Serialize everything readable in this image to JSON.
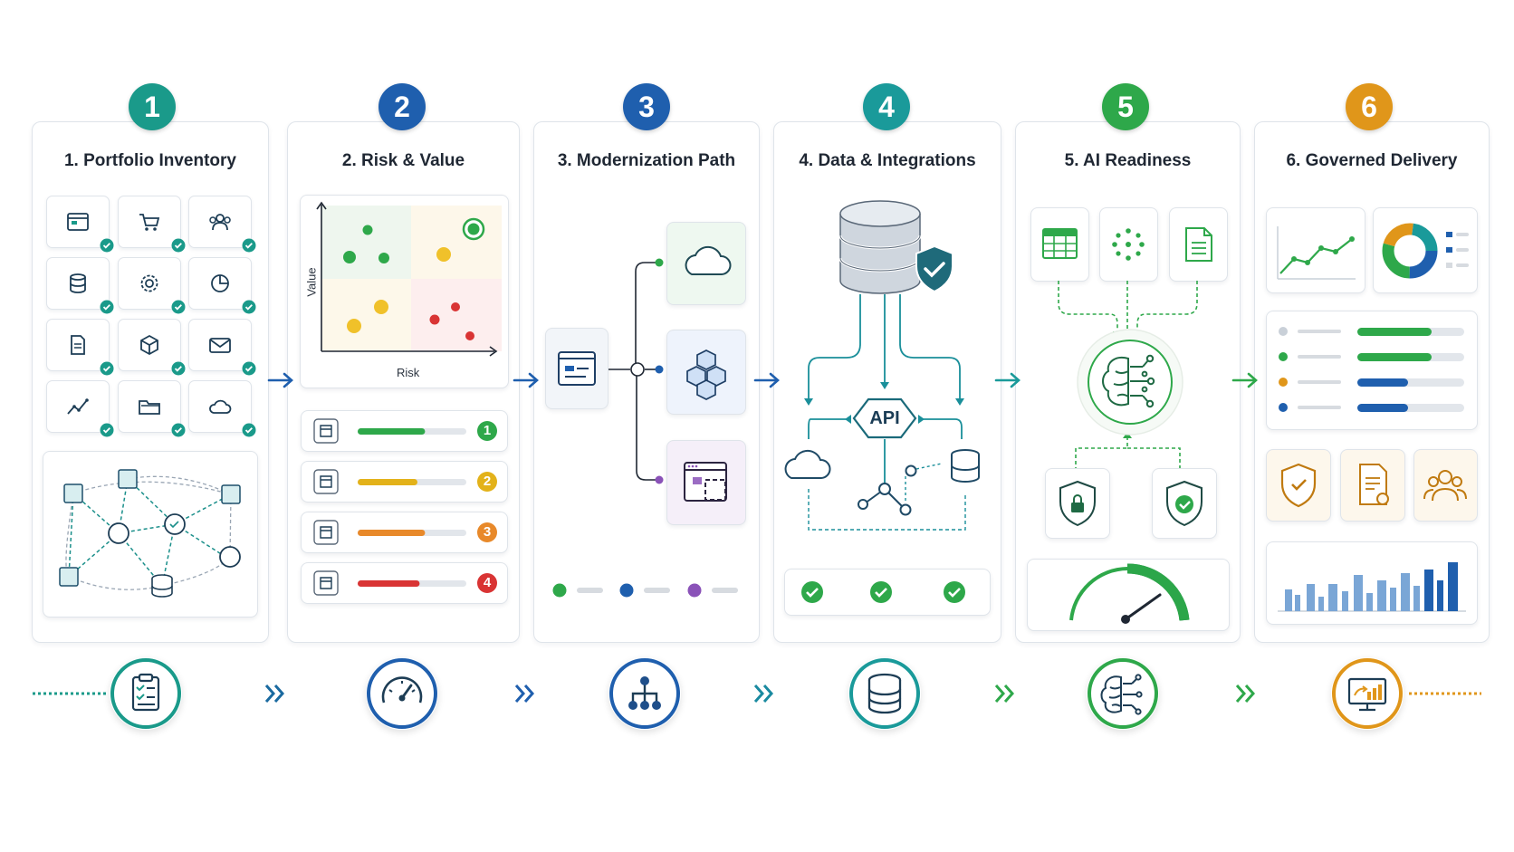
{
  "steps": [
    {
      "number": "1",
      "title": "1. Portfolio Inventory",
      "color": "#1a9a8a"
    },
    {
      "number": "2",
      "title": "2. Risk & Value",
      "color": "#1f5fae"
    },
    {
      "number": "3",
      "title": "3. Modernization Path",
      "color": "#1f5fae"
    },
    {
      "number": "4",
      "title": "4. Data & Integrations",
      "color": "#1a9a9a"
    },
    {
      "number": "5",
      "title": "5. AI Readiness",
      "color": "#2ea84a"
    },
    {
      "number": "6",
      "title": "6. Governed Delivery",
      "color": "#e0961a"
    }
  ],
  "risk_matrix": {
    "x_label": "Risk",
    "y_label": "Value"
  },
  "priority_list": [
    {
      "rank": "1",
      "color": "#2ea84a",
      "fill": 0.62
    },
    {
      "rank": "2",
      "color": "#e3b21a",
      "fill": 0.55
    },
    {
      "rank": "3",
      "color": "#e8892a",
      "fill": 0.62
    },
    {
      "rank": "4",
      "color": "#d93434",
      "fill": 0.57
    }
  ],
  "integration_hub": {
    "label": "API"
  },
  "icons": {
    "inventory": [
      "browser-icon",
      "cart-icon",
      "users-icon",
      "database-icon",
      "gear-icon",
      "pie-chart-icon",
      "document-icon",
      "cube-icon",
      "mail-icon",
      "line-chart-icon",
      "folder-icon",
      "cloud-icon"
    ],
    "timeline": [
      "clipboard-checklist-icon",
      "speedometer-icon",
      "hierarchy-icon",
      "database-icon",
      "brain-icon",
      "monitor-chart-icon"
    ]
  }
}
